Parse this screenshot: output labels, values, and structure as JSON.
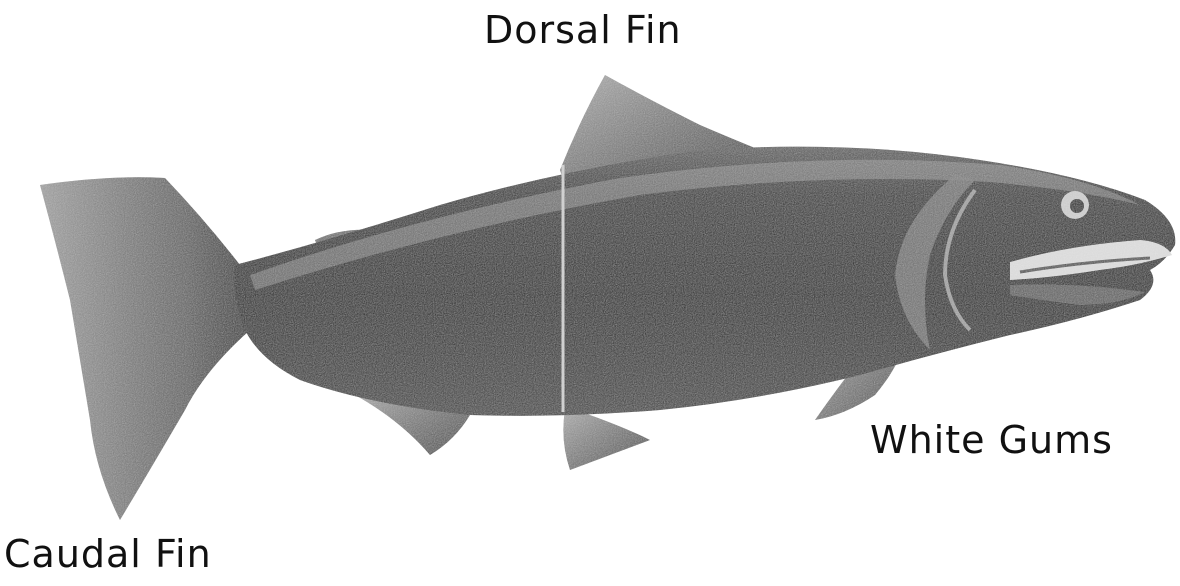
{
  "labels": {
    "dorsal_fin": "Dorsal Fin",
    "white_gums": "White Gums",
    "caudal_fin": "Caudal Fin"
  },
  "colors": {
    "background": "#ffffff",
    "label_text": "#111111",
    "body_dark": "#1c1c1c",
    "fin_gray": "#6e6e6e",
    "highlight": "#bdbdbd"
  }
}
